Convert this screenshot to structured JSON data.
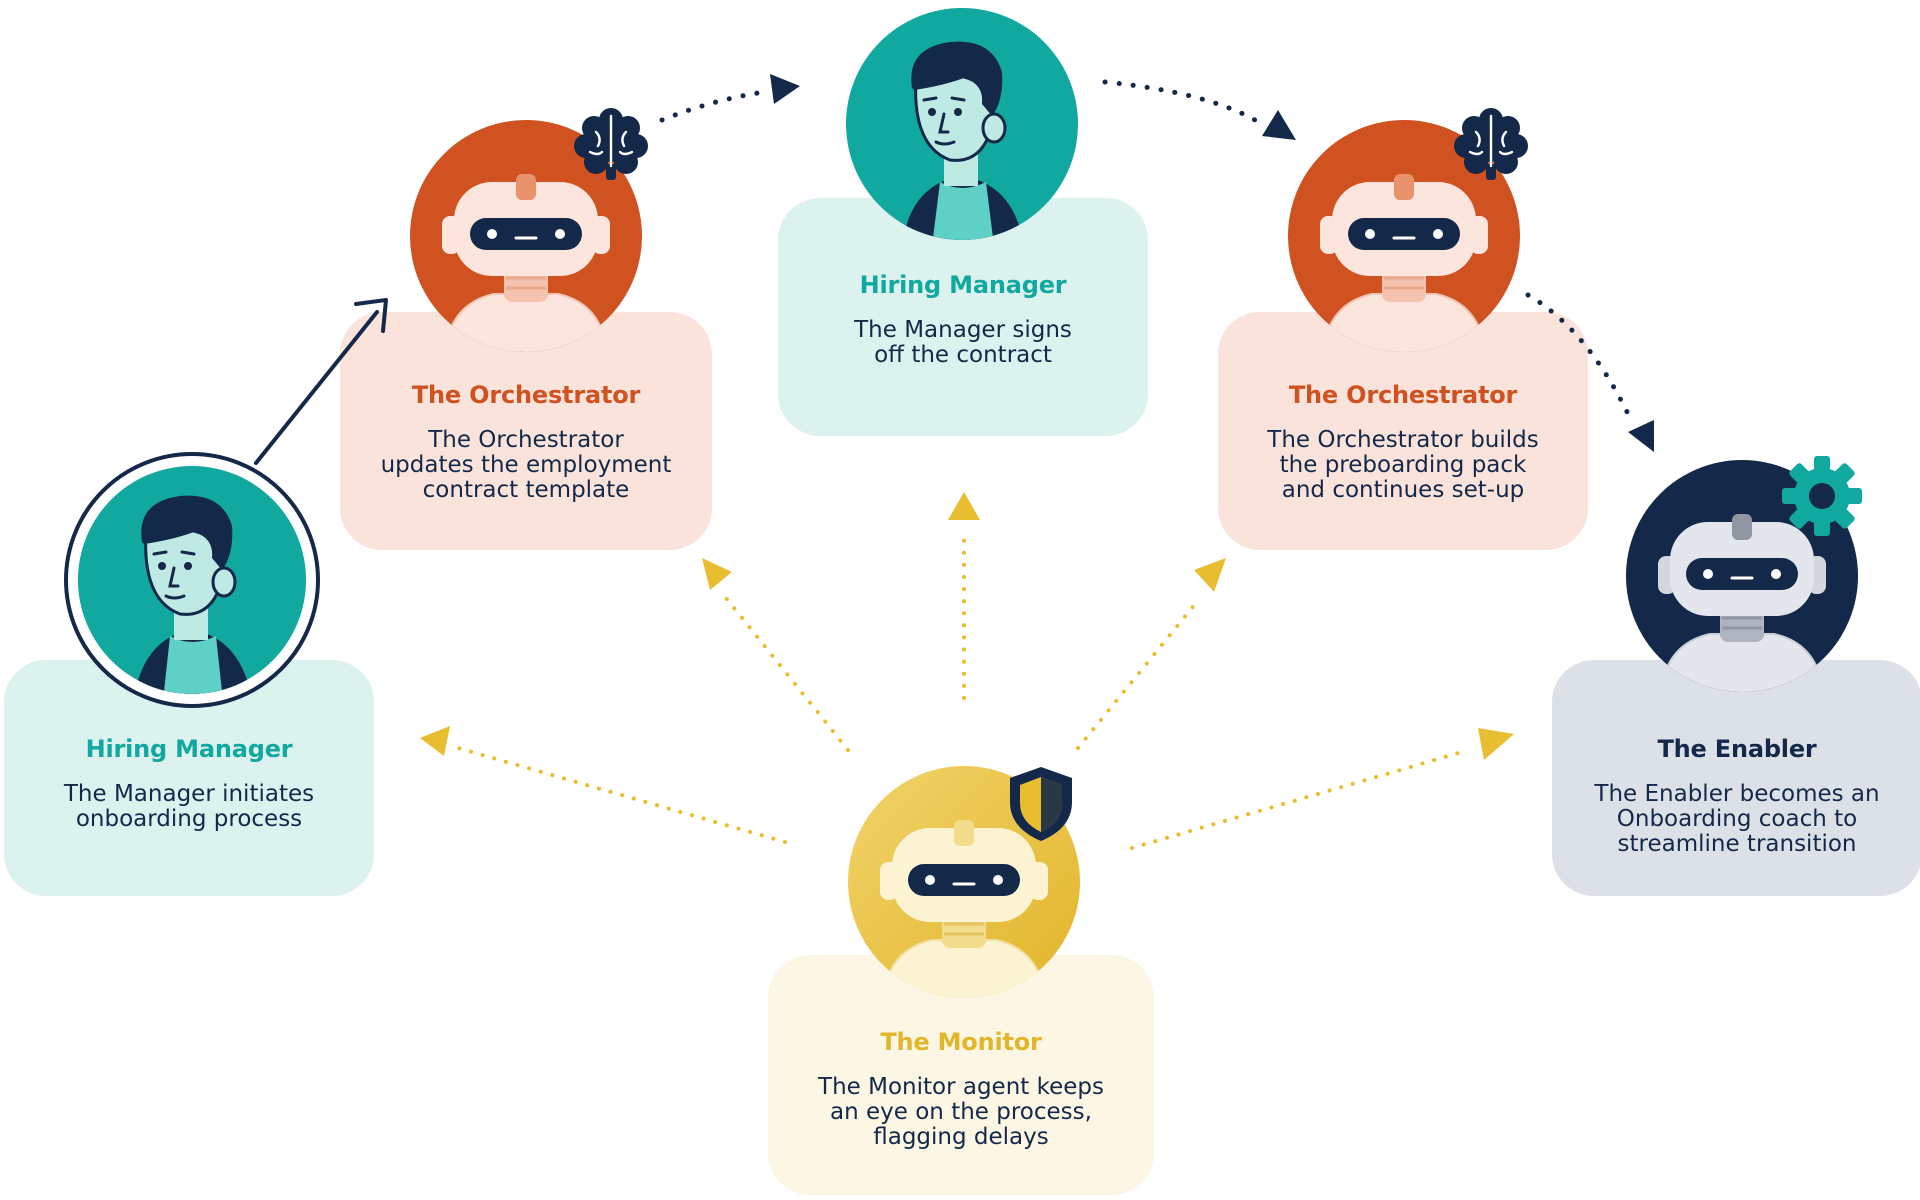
{
  "colors": {
    "teal": "#11a8a0",
    "teal_light": "#dcf2ee",
    "orange": "#cf5220",
    "peach": "#f9e3db",
    "navy": "#14284a",
    "grey_light": "#dce1e8",
    "yellow": "#e8bd2f",
    "cream": "#fcf7e4"
  },
  "icons": {
    "hiring_manager": "person-avatar-icon",
    "orchestrator": "robot-avatar-icon",
    "orchestrator_badge": "brain-icon",
    "enabler_badge": "gear-icon",
    "monitor_badge": "shield-icon"
  },
  "steps": {
    "hiring_manager_initiate": {
      "title": "Hiring Manager",
      "description": "The Manager initiates\nonboarding process"
    },
    "orchestrator_update": {
      "title": "The Orchestrator",
      "description": "The Orchestrator\nupdates the employment\ncontract template"
    },
    "hiring_manager_signoff": {
      "title": "Hiring Manager",
      "description": "The Manager signs\noff the contract"
    },
    "orchestrator_build": {
      "title": "The Orchestrator",
      "description": "The Orchestrator builds\nthe preboarding pack\nand continues set-up"
    },
    "enabler": {
      "title": "The Enabler",
      "description": "The Enabler becomes an\nOnboarding coach to\nstreamline transition"
    },
    "monitor": {
      "title": "The Monitor",
      "description": "The Monitor agent keeps\nan eye on the process,\nflagging delays"
    }
  }
}
